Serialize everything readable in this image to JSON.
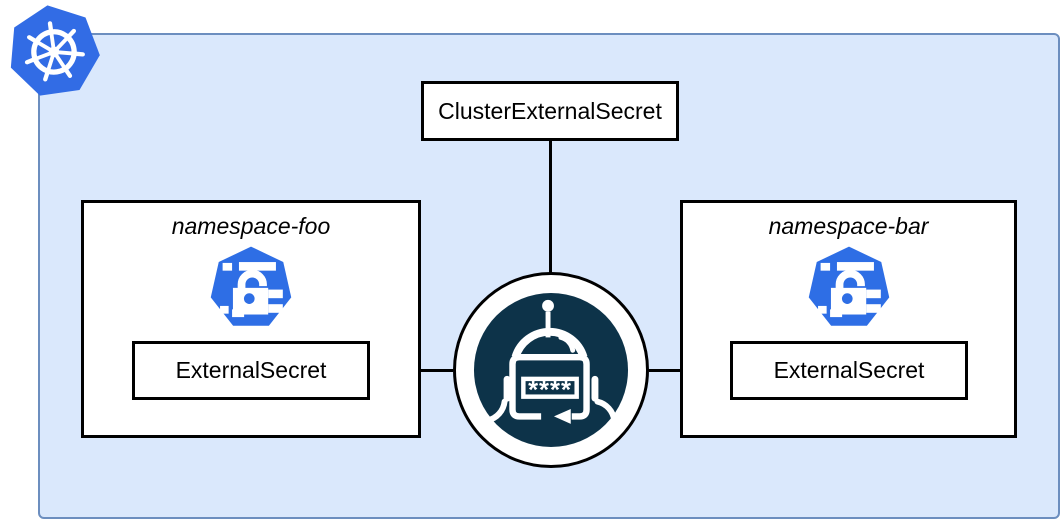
{
  "diagram_type": "kubernetes-architecture-diagram",
  "cluster_box": {
    "label": "ClusterExternalSecret"
  },
  "namespaces": [
    {
      "title": "namespace-foo",
      "resource_label": "ExternalSecret"
    },
    {
      "title": "namespace-bar",
      "resource_label": "ExternalSecret"
    }
  ],
  "operator": {
    "password_mask": "****"
  },
  "icons": {
    "top_left": "kubernetes-logo",
    "namespace_resource": "external-secret-crd-icon",
    "center": "external-secrets-operator-robot-icon"
  },
  "colors": {
    "container_fill": "#dae8fc",
    "container_stroke": "#6c8ebf",
    "box_fill": "#ffffff",
    "box_stroke": "#000000",
    "kubernetes_blue": "#326ce5",
    "crd_icon_blue": "#2e6ee5",
    "operator_navy": "#0d3349",
    "connector": "#000000"
  }
}
